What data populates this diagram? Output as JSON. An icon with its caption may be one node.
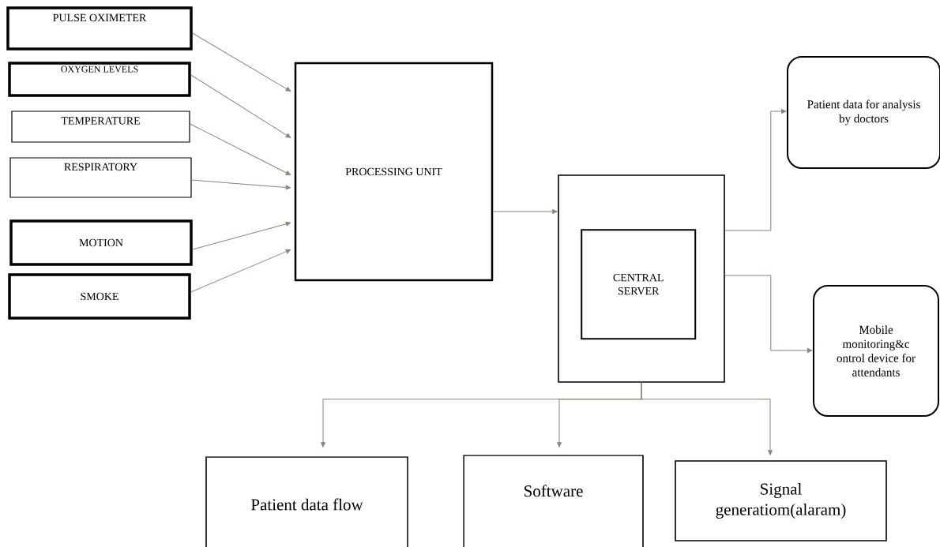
{
  "diagram": {
    "nodes": [
      {
        "text": [
          "PULSE OXIMETER"
        ]
      },
      {
        "text": [
          "OXYGEN LEVELS"
        ]
      },
      {
        "text": [
          "TEMPERATURE"
        ]
      },
      {
        "text": [
          "RESPIRATORY"
        ]
      },
      {
        "text": [
          "MOTION"
        ]
      },
      {
        "text": [
          "SMOKE"
        ]
      },
      {
        "text": [
          "PROCESSING UNIT"
        ]
      },
      {
        "text": [],
        "shape": "box"
      },
      {
        "text": [
          "CENTRAL SERVER"
        ],
        "in": 7
      },
      {
        "text": [
          "Patient data for analysis by doctors"
        ]
      },
      {
        "text": [
          "Mobile monitoring&c ontrol device for attendants"
        ]
      },
      {
        "text": [
          "Patient data flow"
        ]
      },
      {
        "text": [
          "Software"
        ]
      },
      {
        "text": [
          "Signal generatiom(alaram)"
        ]
      }
    ],
    "edges": [
      {
        "from": 0,
        "to": 6,
        "arrow": "to"
      },
      {
        "from": 1,
        "to": 6,
        "arrow": "to"
      },
      {
        "from": 2,
        "to": 6,
        "arrow": "to"
      },
      {
        "from": 3,
        "to": 6,
        "arrow": "to"
      },
      {
        "from": 4,
        "to": 6,
        "arrow": "to"
      },
      {
        "from": 5,
        "to": 6,
        "arrow": "to"
      },
      {
        "from": 6,
        "to": 7,
        "arrow": "to"
      },
      {
        "from": 7,
        "to": 9,
        "arrow": "to"
      },
      {
        "from": 7,
        "to": 10,
        "arrow": "to"
      },
      {
        "from": 7,
        "to": 11,
        "arrow": "to"
      },
      {
        "from": 7,
        "to": 12,
        "arrow": "to"
      },
      {
        "from": 7,
        "to": 13,
        "arrow": "to"
      }
    ]
  }
}
